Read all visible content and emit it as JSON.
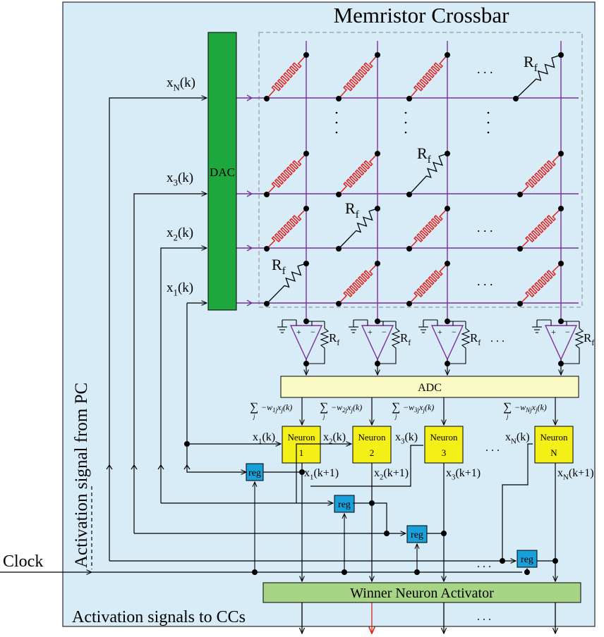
{
  "title": "Memristor Crossbar",
  "dac_label": "DAC",
  "adc_label": "ADC",
  "wna_label": "Winner Neuron Activator",
  "rf": "R",
  "rf_sub": "f",
  "dots": ". . .",
  "inputs": [
    {
      "base": "x",
      "sub": "N",
      "rest": "(k)"
    },
    {
      "base": "x",
      "sub": "3",
      "rest": "(k)"
    },
    {
      "base": "x",
      "sub": "2",
      "rest": "(k)"
    },
    {
      "base": "x",
      "sub": "1",
      "rest": "(k)"
    }
  ],
  "neurons": [
    {
      "line1": "Neuron",
      "line2": "1",
      "in_sub": "1",
      "out_sub": "1",
      "sum_sub": "1"
    },
    {
      "line1": "Neuron",
      "line2": "2",
      "in_sub": "2",
      "out_sub": "2",
      "sum_sub": "2"
    },
    {
      "line1": "Neuron",
      "line2": "3",
      "in_sub": "3",
      "out_sub": "3",
      "sum_sub": "3"
    },
    {
      "line1": "Neuron",
      "line2": "N",
      "in_sub": "N",
      "out_sub": "N",
      "sum_sub": "N"
    }
  ],
  "reg_label": "reg",
  "clock_label": "Clock",
  "activation_pc": "Activation signal from PC",
  "activation_ccs": "Activation signals to CCs",
  "colors": {
    "panel": "#d8ecf7",
    "dac": "#1ea73c",
    "adc": "#fafac4",
    "neuron": "#f5ef18",
    "reg": "#1aa0d8",
    "wna": "#a8d486",
    "wire": "#7a2f9a",
    "memristor": "#e0201e",
    "red_out": "#e0201e"
  }
}
